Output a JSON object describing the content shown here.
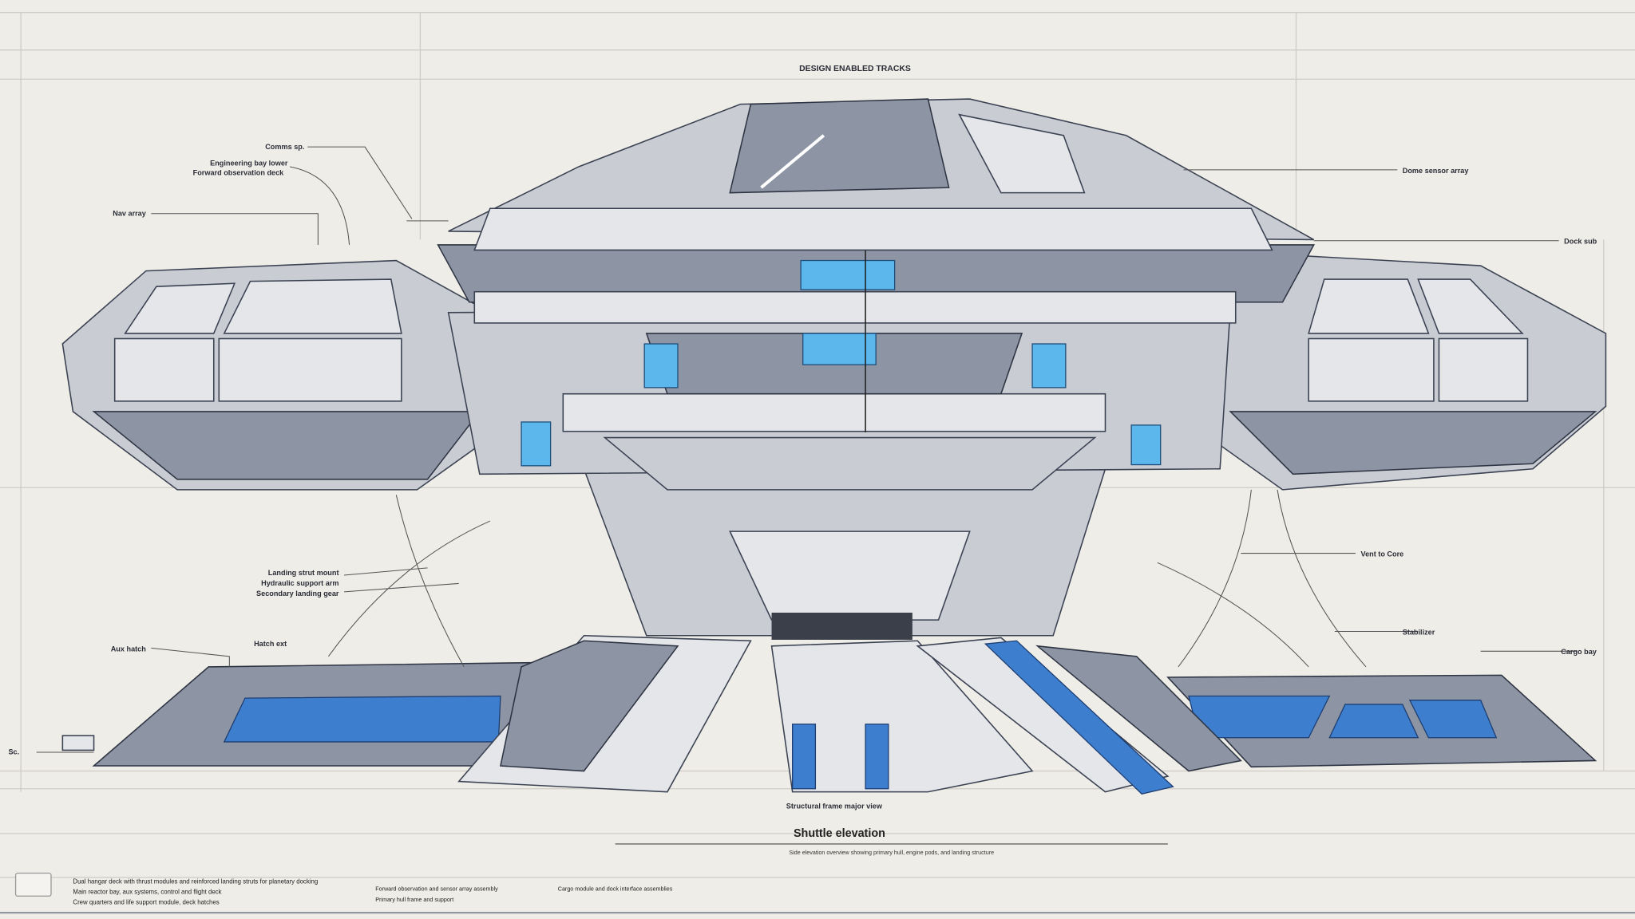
{
  "title": "DESIGN ENABLED TRACKS",
  "labels_left": [
    {
      "text": "Comms sp."
    },
    {
      "text": "Engineering bay lower"
    },
    {
      "text": "Forward observation deck"
    },
    {
      "text": "Nav array"
    },
    {
      "text": "Landing strut mount"
    },
    {
      "text": "Hydraulic support arm"
    },
    {
      "text": "Secondary landing gear"
    },
    {
      "text": "Aux hatch"
    },
    {
      "text": "Hatch ext"
    },
    {
      "text": "Sc."
    }
  ],
  "labels_right": [
    {
      "text": "Dome sensor array"
    },
    {
      "text": "Dock sub"
    },
    {
      "text": "Vent to Core"
    },
    {
      "text": "Stabilizer"
    },
    {
      "text": "Cargo bay"
    }
  ],
  "caption_top": "Structural frame major view",
  "caption_main": "Shuttle elevation",
  "caption_rule_text": "Side elevation overview showing primary hull, engine pods, and landing structure",
  "footer": {
    "lines_left": [
      "Dual hangar deck with thrust modules and reinforced landing struts for planetary docking",
      "Main reactor bay, aux systems, control and flight deck",
      "Crew quarters and life support module, deck hatches"
    ],
    "lines_mid": [
      "Forward observation and sensor array assembly",
      "Primary hull frame and support"
    ],
    "line_right": "Cargo module and dock interface assemblies"
  },
  "colors": {
    "paper": "#efede8",
    "hull": "#c9ccd3",
    "glow": "#5cb8ec",
    "blue": "#3d7fce"
  }
}
